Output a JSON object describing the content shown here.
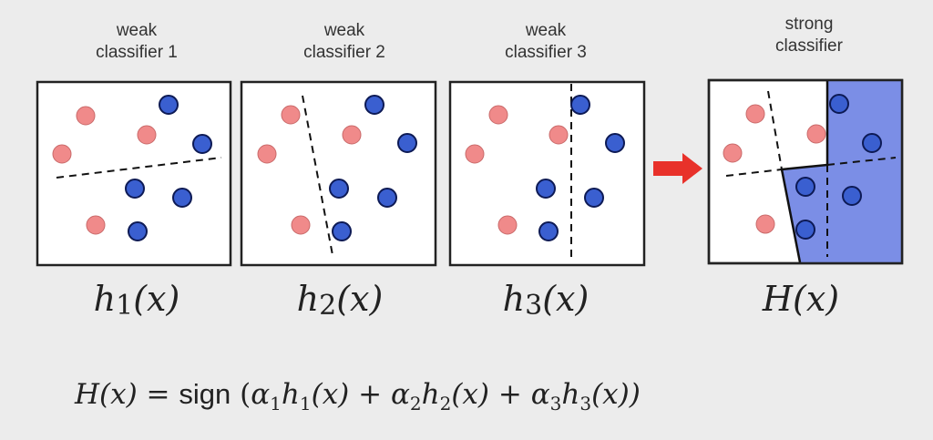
{
  "panels": [
    {
      "caption_line1": "weak",
      "caption_line2": "classifier 1",
      "label_main": "h",
      "label_sub": "1",
      "label_arg": "(x)"
    },
    {
      "caption_line1": "weak",
      "caption_line2": "classifier 2",
      "label_main": "h",
      "label_sub": "2",
      "label_arg": "(x)"
    },
    {
      "caption_line1": "weak",
      "caption_line2": "classifier 3",
      "label_main": "h",
      "label_sub": "3",
      "label_arg": "(x)"
    },
    {
      "caption_line1": "strong",
      "caption_line2": "classifier",
      "label_main": "H",
      "label_sub": "",
      "label_arg": "(x)"
    }
  ],
  "formula": {
    "lhs": "H(x) = ",
    "sign": "sign",
    "open": " (",
    "term1": "α",
    "term1_sub": "1",
    "term1_h": "h",
    "term1_hsub": "1",
    "term1_arg": "(x) + ",
    "term2": "α",
    "term2_sub": "2",
    "term2_h": "h",
    "term2_hsub": "2",
    "term2_arg": "(x) + ",
    "term3": "α",
    "term3_sub": "3",
    "term3_h": "h",
    "term3_hsub": "3",
    "term3_arg": "(x))"
  },
  "colors": {
    "positive": "#f08a8a",
    "negative": "#3a5fd0",
    "strong_region": "#7b8ee6",
    "arrow": "#e8312a"
  }
}
